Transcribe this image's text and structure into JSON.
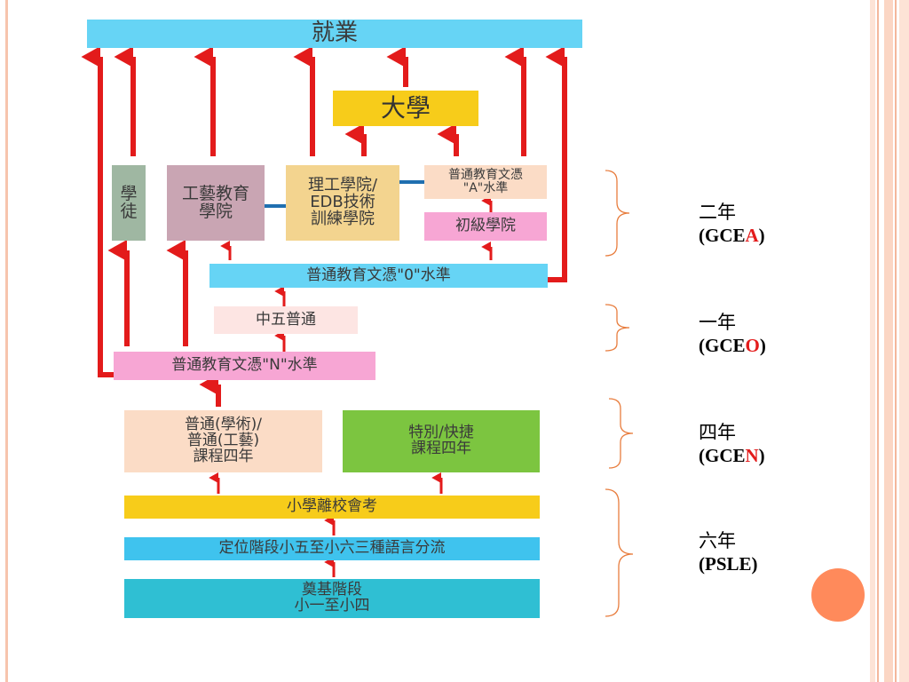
{
  "colors": {
    "cyan": "#66d4f5",
    "yellow": "#f7cc1a",
    "pink": "#f7a6d4",
    "peach": "#fbdcc6",
    "lavender": "#ecc7d9",
    "green": "#7cc540",
    "mauve": "#c9a5b3",
    "gray_green": "#9fb7a2",
    "tan": "#f3d48f",
    "sky": "#3fc3ee",
    "teal": "#2fbfd3",
    "arrow_red": "#e31b1b",
    "connector_blue": "#1f6fb0",
    "bracket_orange": "#e87d3e",
    "orange_circle": "#ff8a5b"
  },
  "nodes": {
    "employment": "就業",
    "university": "大學",
    "apprentice": "學\n徒",
    "ite": "工藝教育\n學院",
    "polytechnic": "理工學院/\nEDB技術\n訓練學院",
    "a_level": "普通教育文憑\n\"A\"水準",
    "junior_college": "初級學院",
    "o_level": "普通教育文憑\"0\"水準",
    "sec5_normal": "中五普通",
    "n_level": "普通教育文憑\"N\"水準",
    "normal_stream": "普通(學術)/\n普通(工藝)\n課程四年",
    "special_express": "特別/快捷\n課程四年",
    "psle_exam": "小學離校會考",
    "orientation": "定位階段小五至小六三種語言分流",
    "foundation": "奠基階段\n小一至小四"
  },
  "side_labels": [
    {
      "years": "二年",
      "code_prefix": "(GCE",
      "code_hl": "A",
      "code_suffix": ")"
    },
    {
      "years": "一年",
      "code_prefix": "(GCE",
      "code_hl": "O",
      "code_suffix": ")"
    },
    {
      "years": "四年",
      "code_prefix": "(GCE",
      "code_hl": "N",
      "code_suffix": ")"
    },
    {
      "years": "六年",
      "code_prefix": "(PSLE",
      "code_hl": "",
      "code_suffix": ")"
    }
  ]
}
